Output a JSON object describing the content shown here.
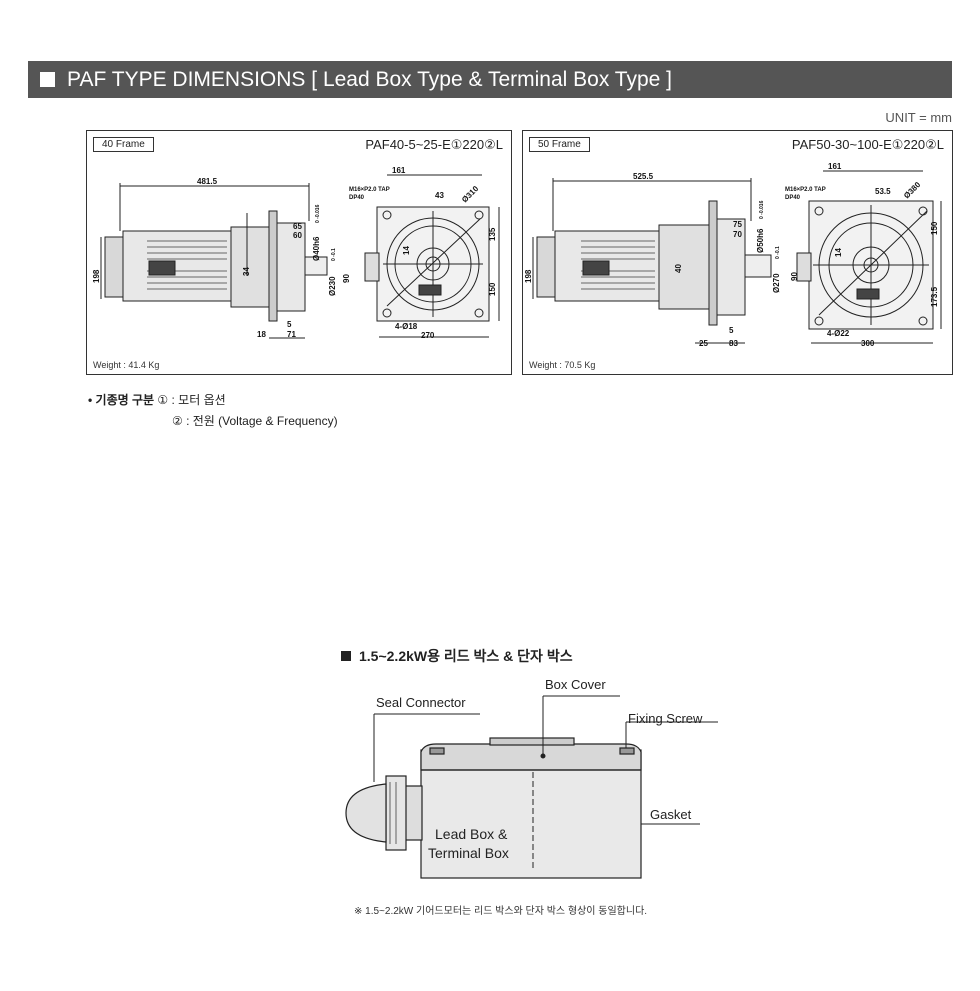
{
  "header": {
    "title": "PAF TYPE DIMENSIONS [ Lead Box Type & Terminal Box Type ]"
  },
  "unit_label": "UNIT = mm",
  "frame40": {
    "tag": "40 Frame",
    "model": "PAF40-5~25-E①220②L",
    "weight": "Weight : 41.4 Kg",
    "dims": {
      "overall": "481.5",
      "d161": "161",
      "d43": "43",
      "phi310": "Ø310",
      "tap": "M16×P2.0 TAP",
      "dp": "DP40",
      "d65": "65",
      "d60": "60",
      "shaft": "Ø40h6",
      "shaft_tol": "0 -0.016",
      "d135": "135",
      "d198": "198",
      "d34": "34",
      "d90": "90",
      "pilot": "Ø230",
      "pilot_tol": "0 -0.1",
      "d14": "14",
      "d150": "150",
      "d18": "18",
      "d5": "5",
      "d71": "71",
      "holes": "4-Ø18",
      "d270": "270"
    }
  },
  "frame50": {
    "tag": "50 Frame",
    "model": "PAF50-30~100-E①220②L",
    "weight": "Weight : 70.5 Kg",
    "dims": {
      "overall": "525.5",
      "d161": "161",
      "d53": "53.5",
      "phi380": "Ø380",
      "tap": "M16×P2.0 TAP",
      "dp": "DP40",
      "d75": "75",
      "d70": "70",
      "shaft": "Ø50h6",
      "shaft_tol": "0 -0.016",
      "d150": "150",
      "d198": "198",
      "d40": "40",
      "d90": "90",
      "pilot": "Ø270",
      "pilot_tol": "0 -0.1",
      "d14": "14",
      "d173": "173.5",
      "d25": "25",
      "d5": "5",
      "d83": "83",
      "holes": "4-Ø22",
      "d300": "300"
    }
  },
  "legend": {
    "title": "• 기종명 구분",
    "item1": "① : 모터 옵션",
    "item2": "② : 전원 (Voltage & Frequency)"
  },
  "leadbox": {
    "title": "1.5~2.2kW용 리드 박스 & 단자 박스",
    "box_cover": "Box Cover",
    "seal_connector": "Seal Connector",
    "fixing_screw": "Fixing Screw",
    "gasket": "Gasket",
    "center_label_1": "Lead Box &",
    "center_label_2": "Terminal Box",
    "note": "※ 1.5~2.2kW 기어드모터는 리드 박스와 단자 박스 형상이 동일합니다."
  }
}
